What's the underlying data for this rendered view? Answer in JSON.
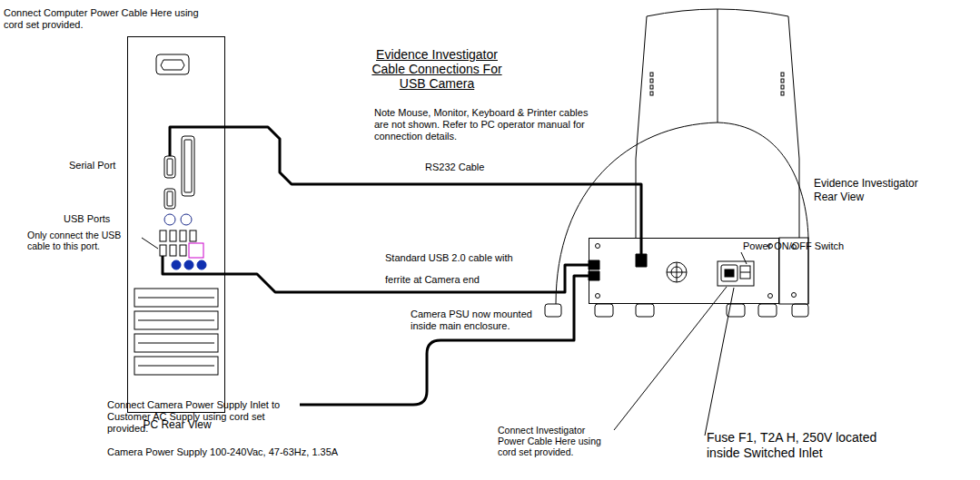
{
  "diagram": {
    "title": "Evidence Investigator Cable Connections For USB Camera",
    "nodes": [
      {
        "text": [
          "PC Rear View"
        ]
      },
      {
        "text": [
          "Evidence Investigator Rear View"
        ]
      }
    ],
    "edges": [
      {
        "from": 0,
        "to": 1,
        "arrow": "none",
        "label": "RS232 Cable"
      },
      {
        "from": 0,
        "to": 1,
        "arrow": "none",
        "label": "Standard USB 2.0 cable with ferrite at Camera end"
      }
    ],
    "labels": [
      "Connect Computer Power Cable Here using cord set provided.",
      "Serial Port",
      "USB Ports",
      "Only connect the USB cable to this port.",
      "Note Mouse, Monitor, Keyboard & Printer cables are not shown. Refer to PC operator manual for connection details.",
      "Power ON/OFF Switch",
      "Connect Camera Power Supply Inlet to Customer AC Supply using cord set provided.",
      "Camera Power Supply 100-240Vac, 47-63Hz, 1.35A",
      "Camera PSU now mounted inside main enclosure.",
      "Connect Investigator Power Cable Here using cord set provided.",
      "Fuse F1, T2A H, 250V located inside Switched Inlet"
    ]
  }
}
